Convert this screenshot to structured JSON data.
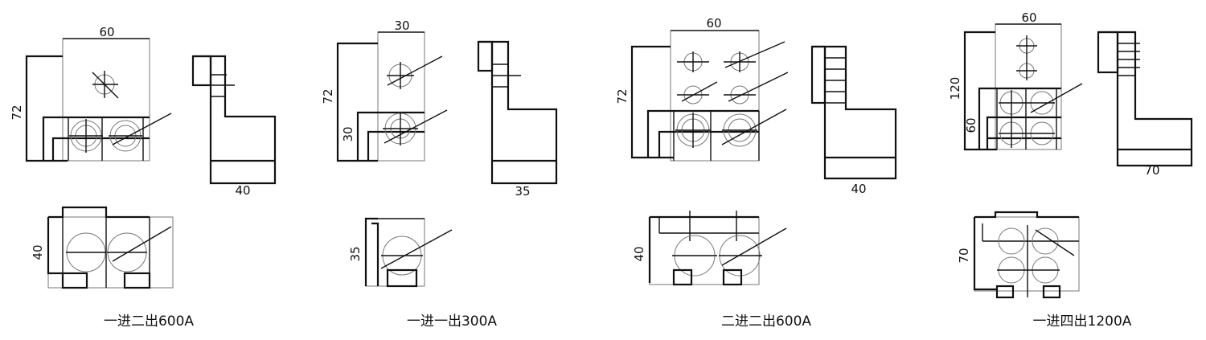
{
  "variants": [
    {
      "caption": "一进二出600A",
      "dims": {
        "top_width": "60",
        "height": "72",
        "side_width": "40",
        "bottom_height": "40"
      }
    },
    {
      "caption": "一进一出300A",
      "dims": {
        "top_width": "30",
        "height": "72",
        "lower_height": "30",
        "side_width": "35",
        "bottom_height": "35"
      }
    },
    {
      "caption": "二进二出600A",
      "dims": {
        "top_width": "60",
        "height": "72",
        "side_width": "40",
        "bottom_height": "40"
      }
    },
    {
      "caption": "一进四出1200A",
      "dims": {
        "top_width": "60",
        "height": "120",
        "lower_height": "60",
        "side_width": "70",
        "bottom_height": "70"
      }
    }
  ]
}
